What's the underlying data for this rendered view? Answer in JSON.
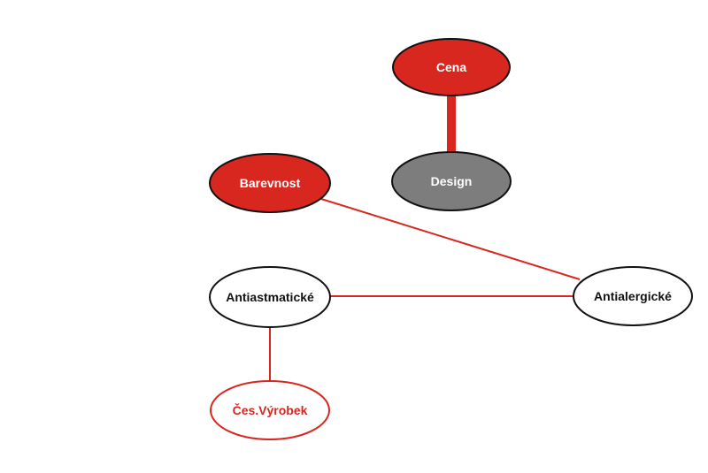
{
  "diagram": {
    "nodes": {
      "cena": {
        "label": "Cena",
        "fill": "#d7271f",
        "stroke": "#111111",
        "text_color": "#ffffff"
      },
      "design": {
        "label": "Design",
        "fill": "#7d7d7d",
        "stroke": "#111111",
        "text_color": "#ffffff"
      },
      "barevnost": {
        "label": "Barevnost",
        "fill": "#d7271f",
        "stroke": "#111111",
        "text_color": "#ffffff"
      },
      "antiastmaticke": {
        "label": "Antiastmatické",
        "fill": "#ffffff",
        "stroke": "#111111",
        "text_color": "#111111"
      },
      "antialergicke": {
        "label": "Antialergické",
        "fill": "#ffffff",
        "stroke": "#111111",
        "text_color": "#111111"
      },
      "ces_vyrobek": {
        "label": "Čes.Výrobek",
        "fill": "#ffffff",
        "stroke": "#d7271f",
        "text_color": "#d7271f"
      }
    },
    "edges": [
      {
        "from": "cena",
        "to": "design",
        "style": "thick",
        "color": "#d7271f"
      },
      {
        "from": "barevnost",
        "to": "antialergicke",
        "style": "thin",
        "color": "#d7271f"
      },
      {
        "from": "antiastmaticke",
        "to": "antialergicke",
        "style": "thin",
        "color": "#d7271f"
      },
      {
        "from": "antiastmaticke",
        "to": "ces_vyrobek",
        "style": "thin",
        "color": "#d7271f"
      }
    ]
  }
}
